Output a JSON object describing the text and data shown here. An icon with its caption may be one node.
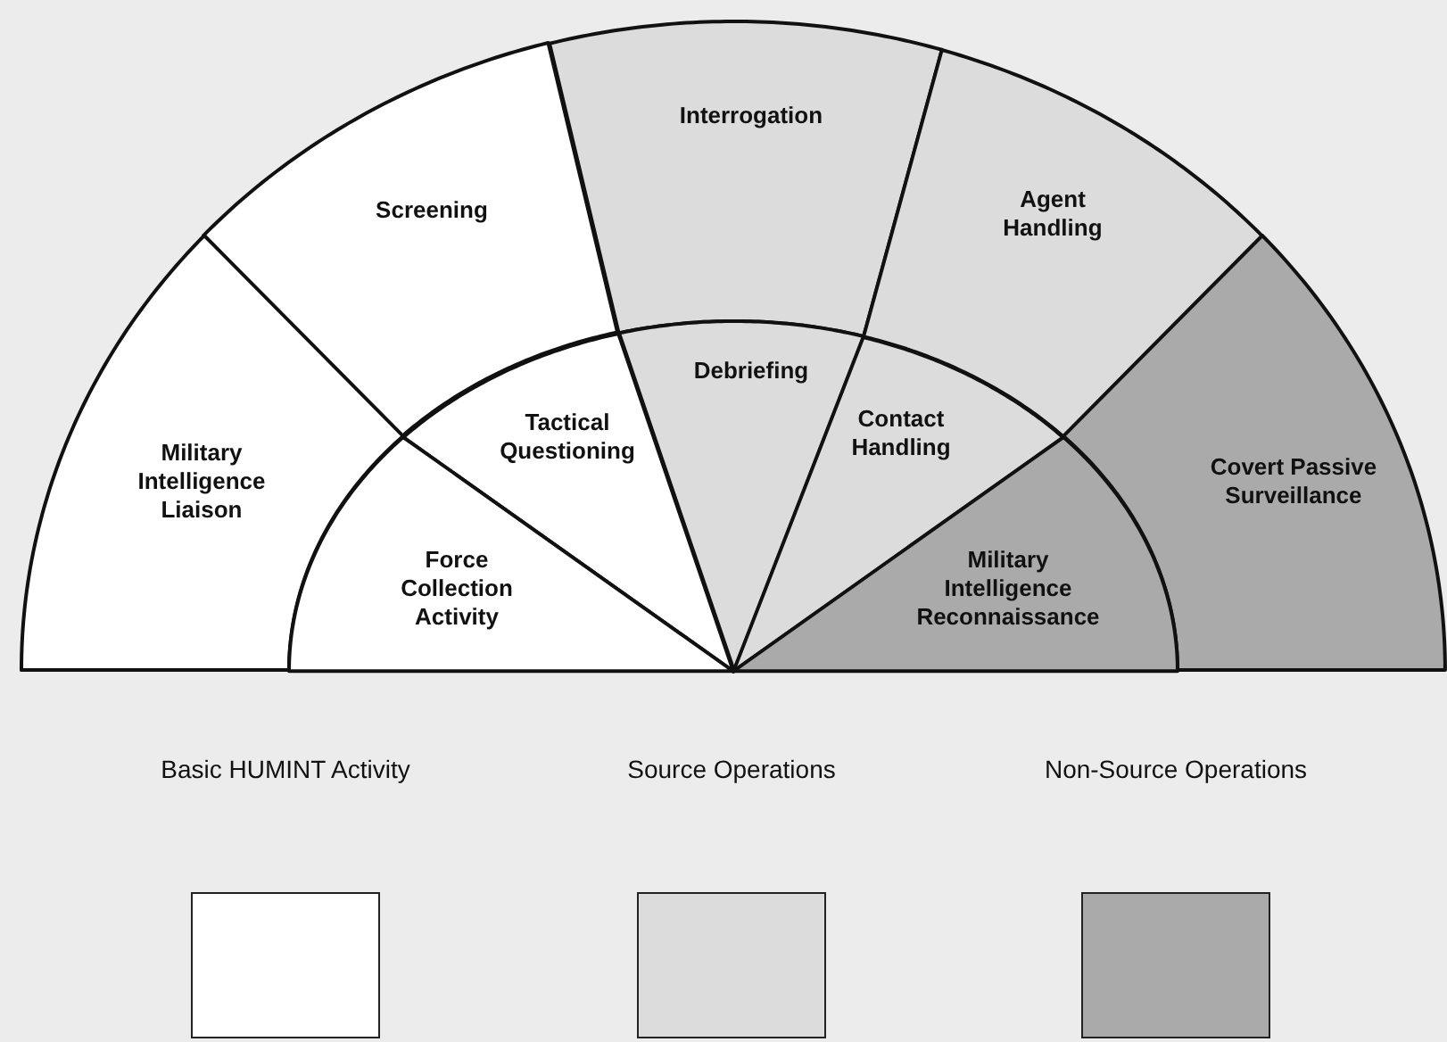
{
  "diagram": {
    "nodes": [
      {
        "text": [
          "Interrogation"
        ]
      },
      {
        "text": [
          "Screening"
        ]
      },
      {
        "text": [
          "Agent Handling"
        ]
      },
      {
        "text": [
          "Debriefing"
        ]
      },
      {
        "text": [
          "Military Intelligence Liaison"
        ]
      },
      {
        "text": [
          "Tactical Questioning"
        ]
      },
      {
        "text": [
          "Contact Handling"
        ]
      },
      {
        "text": [
          "Covert Passive Surveillance"
        ]
      },
      {
        "text": [
          "Force Collection Activity"
        ]
      },
      {
        "text": [
          "Military Intelligence Reconnaissance"
        ]
      }
    ],
    "edges": [],
    "legend": [
      {
        "text": "Basic HUMINT Activity",
        "color": "#ffffff"
      },
      {
        "text": "Source Operations",
        "color": "#dcdcdc"
      },
      {
        "text": "Non-Source Operations",
        "color": "#aaaaaa"
      }
    ]
  }
}
